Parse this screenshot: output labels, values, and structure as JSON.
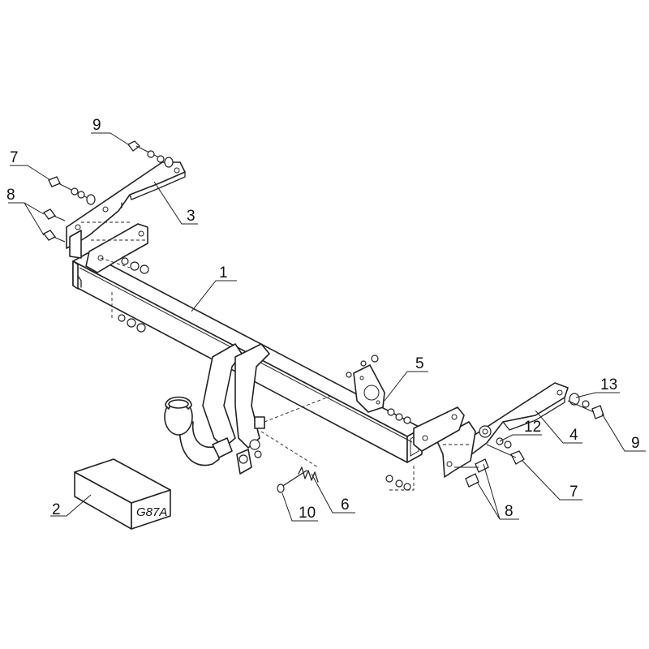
{
  "diagram": {
    "part_labels": {
      "p1": "1",
      "p2": "2",
      "p3": "3",
      "p4": "4",
      "p5": "5",
      "p6": "6",
      "p7_left": "7",
      "p7_right": "7",
      "p8_left": "8",
      "p8_right": "8",
      "p9_left": "9",
      "p9_right": "9",
      "p10": "10",
      "p12": "12",
      "p13": "13"
    },
    "box_label": "G87A"
  }
}
